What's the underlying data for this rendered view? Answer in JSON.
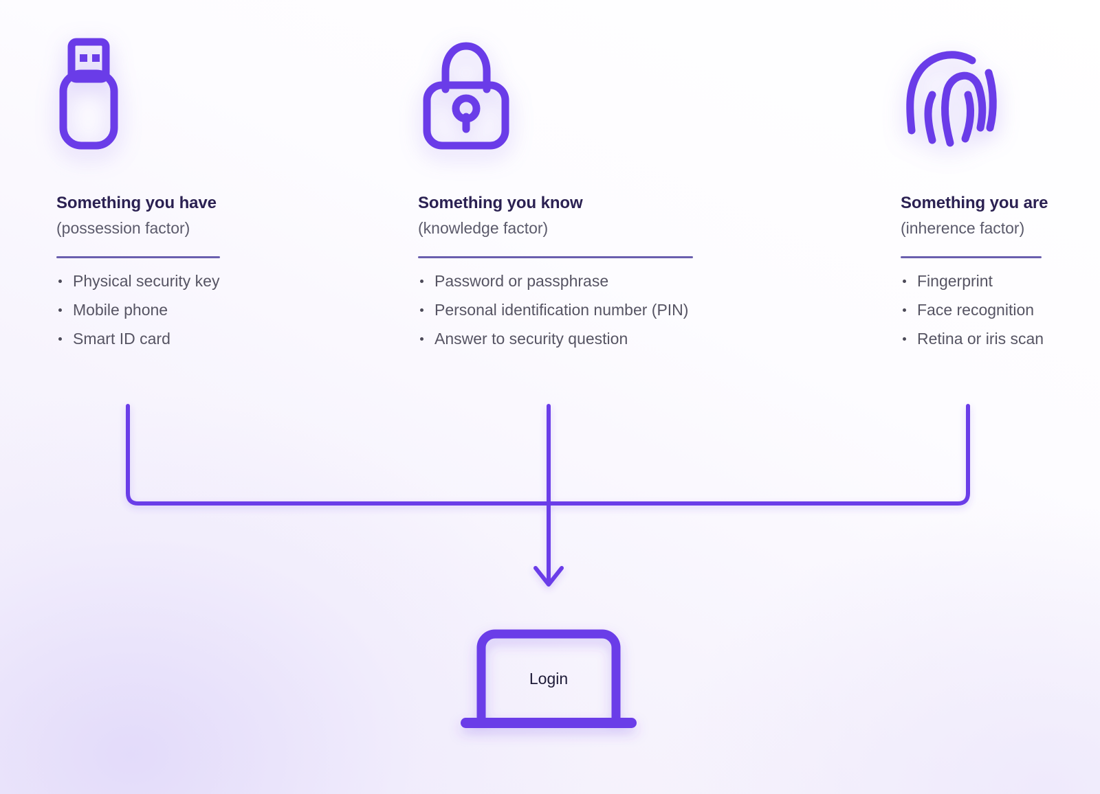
{
  "theme": {
    "accent": "#6a3ce8",
    "accent_soft": "#6a5fae",
    "heading": "#2b2152",
    "body_text": "#565463",
    "background_top": "#ffffff",
    "background_bottom": "#f2eefb"
  },
  "columns": [
    {
      "icon": "usb-drive-icon",
      "title": "Something you have",
      "subtitle": "(possession factor)",
      "items": [
        "Physical security key",
        "Mobile phone",
        "Smart ID card"
      ]
    },
    {
      "icon": "padlock-icon",
      "title": "Something you know",
      "subtitle": "(knowledge factor)",
      "items": [
        "Password or passphrase",
        "Personal identification number (PIN)",
        "Answer to security question"
      ]
    },
    {
      "icon": "fingerprint-icon",
      "title": "Something you are",
      "subtitle": "(inherence factor)",
      "items": [
        "Fingerprint",
        "Face recognition",
        "Retina or iris scan"
      ]
    }
  ],
  "flow": {
    "arrow": "down-arrow",
    "target_icon": "laptop-icon",
    "target_label": "Login"
  }
}
